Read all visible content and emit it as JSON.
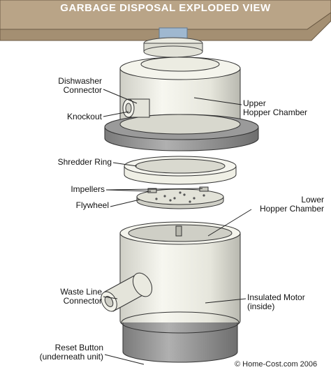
{
  "title": "GARBAGE DISPOSAL EXPLODED VIEW",
  "credit": "© Home-Cost.com 2006",
  "labels": {
    "dishwasher_connector": [
      "Dishwasher",
      "Connector"
    ],
    "knockout": "Knockout",
    "upper_hopper": [
      "Upper",
      "Hopper Chamber"
    ],
    "shredder_ring": "Shredder Ring",
    "impellers": "Impellers",
    "flywheel": "Flywheel",
    "lower_hopper": [
      "Lower",
      "Hopper Chamber"
    ],
    "waste_line": [
      "Waste Line",
      "Connector"
    ],
    "insulated_motor": [
      "Insulated Motor",
      "(inside)"
    ],
    "reset_button": [
      "Reset Button",
      "(underneath unit)"
    ]
  },
  "colors": {
    "sink": "#b9a487",
    "body": "#f1f1e8",
    "base": "#8f8f8f",
    "title_bg": "#7a6a55",
    "flange_blue": "#9fb8d0"
  }
}
